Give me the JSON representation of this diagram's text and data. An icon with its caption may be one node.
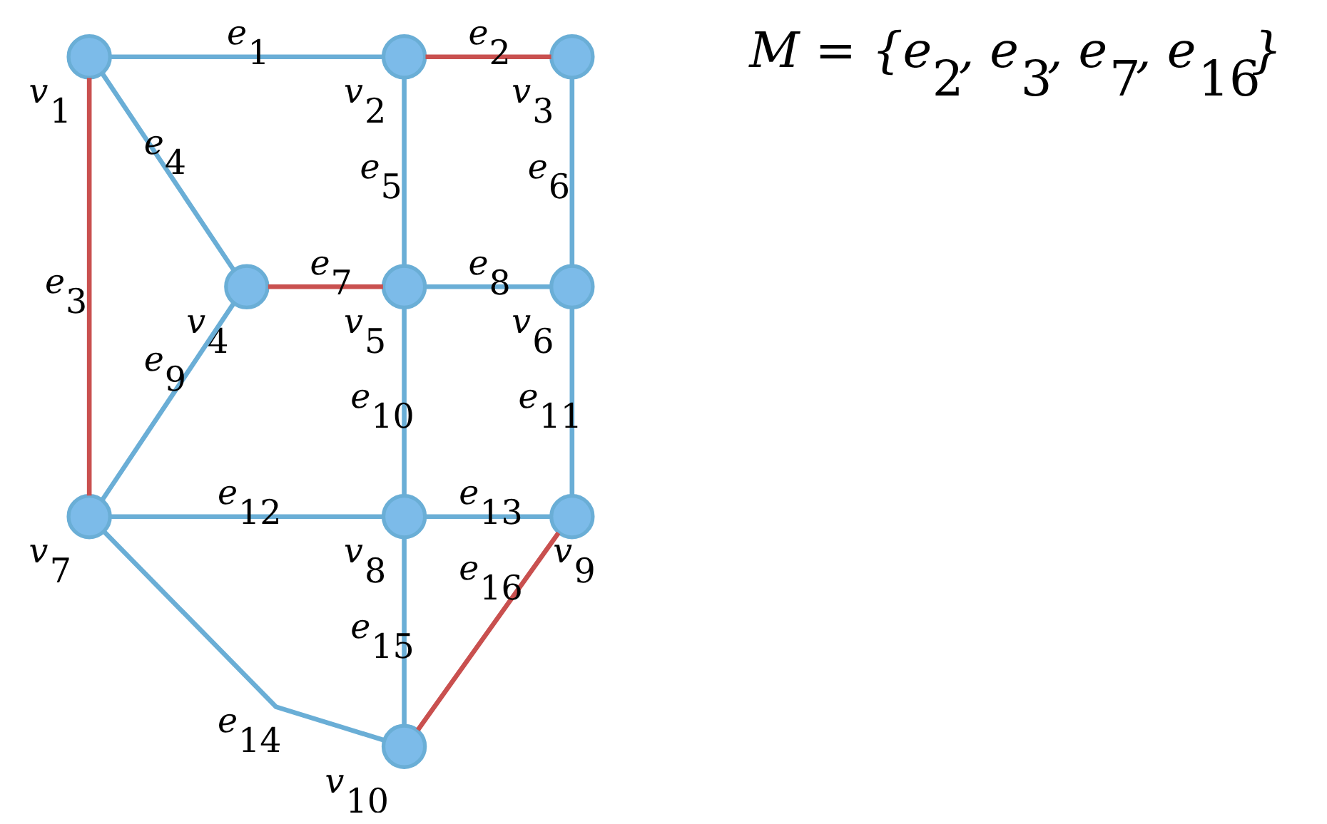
{
  "diagram": {
    "nodes": [
      {
        "text": [],
        "shape": "circle",
        "beside": [
          "v$_{1}$"
        ]
      },
      {
        "text": [],
        "shape": "circle",
        "beside": [
          "v$_{2}$"
        ]
      },
      {
        "text": [],
        "shape": "circle",
        "beside": [
          "v$_{3}$"
        ]
      },
      {
        "text": [],
        "shape": "circle",
        "beside": [
          "v$_{4}$"
        ]
      },
      {
        "text": [],
        "shape": "circle",
        "beside": [
          "v$_{5}$"
        ]
      },
      {
        "text": [],
        "shape": "circle",
        "beside": [
          "v$_{6}$"
        ]
      },
      {
        "text": [],
        "shape": "circle",
        "beside": [
          "v$_{7}$"
        ]
      },
      {
        "text": [],
        "shape": "circle",
        "beside": [
          "v$_{8}$"
        ]
      },
      {
        "text": [],
        "shape": "circle",
        "beside": [
          "v$_{9}$"
        ]
      },
      {
        "text": [],
        "shape": "circle",
        "beside": [
          "v$_{10}$"
        ]
      }
    ],
    "edges": [
      {
        "from": 0,
        "to": 1,
        "arrow": "none",
        "label": "e$_{1}$"
      },
      {
        "from": 1,
        "to": 2,
        "arrow": "none",
        "label": "e$_{2}$",
        "color": "#c9504f"
      },
      {
        "from": 0,
        "to": 6,
        "arrow": "none",
        "label": "e$_{3}$",
        "color": "#c9504f"
      },
      {
        "from": 0,
        "to": 3,
        "arrow": "none",
        "label": "e$_{4}$"
      },
      {
        "from": 1,
        "to": 4,
        "arrow": "none",
        "label": "e$_{5}$"
      },
      {
        "from": 2,
        "to": 5,
        "arrow": "none",
        "label": "e$_{6}$"
      },
      {
        "from": 3,
        "to": 4,
        "arrow": "none",
        "label": "e$_{7}$",
        "color": "#c9504f"
      },
      {
        "from": 4,
        "to": 5,
        "arrow": "none",
        "label": "e$_{8}$"
      },
      {
        "from": 3,
        "to": 6,
        "arrow": "none",
        "label": "e$_{9}$"
      },
      {
        "from": 4,
        "to": 7,
        "arrow": "none",
        "label": "e$_{10}$"
      },
      {
        "from": 5,
        "to": 8,
        "arrow": "none",
        "label": "e$_{11}$"
      },
      {
        "from": 6,
        "to": 7,
        "arrow": "none",
        "label": "e$_{12}$"
      },
      {
        "from": 7,
        "to": 8,
        "arrow": "none",
        "label": "e$_{13}$"
      },
      {
        "from": 6,
        "to": 9,
        "arrow": "none",
        "label": "e$_{14}$"
      },
      {
        "from": 7,
        "to": 9,
        "arrow": "none",
        "label": "e$_{15}$"
      },
      {
        "from": 8,
        "to": 9,
        "arrow": "none",
        "label": "e$_{16}$",
        "color": "#c9504f"
      }
    ],
    "labels": [
      "M = {e$_{2}$, e$_{3}$, e$_{7}$, e$_{16}$}"
    ]
  }
}
